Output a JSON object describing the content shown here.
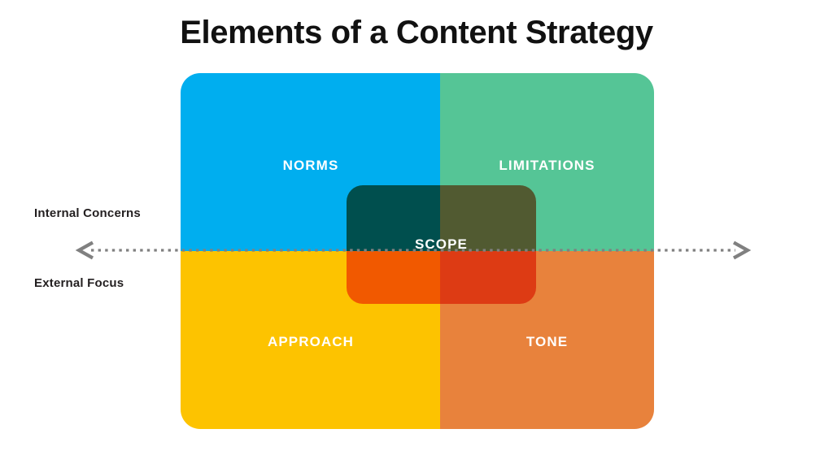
{
  "title": "Elements of a Content Strategy",
  "axis": {
    "upper_label": "Internal Concerns",
    "lower_label": "External Focus",
    "line_style": "dotted",
    "line_color": "#808080",
    "left_arrow": "arrow-left-icon",
    "right_arrow": "arrow-right-icon"
  },
  "quadrants": [
    {
      "id": "norms",
      "label": "NORMS",
      "color": "#00AEEF",
      "position": "top-left"
    },
    {
      "id": "limitations",
      "label": "LIMITATIONS",
      "color": "#55C596",
      "position": "top-right"
    },
    {
      "id": "approach",
      "label": "APPROACH",
      "color": "#FDC300",
      "position": "bottom-left"
    },
    {
      "id": "tone",
      "label": "TONE",
      "color": "#E8823C",
      "position": "bottom-right"
    }
  ],
  "center": {
    "label": "SCOPE",
    "color": "#EF3E11",
    "blend_colors": {
      "over_blue": "#7E5478",
      "over_green": "#AE5A42",
      "over_yellow": "#FB5D05",
      "over_orange": "#F43B20"
    }
  },
  "chart_data": {
    "type": "diagram",
    "title": "Elements of a Content Strategy",
    "categories": [
      "NORMS",
      "LIMITATIONS",
      "APPROACH",
      "TONE",
      "SCOPE"
    ],
    "axis_labels": [
      "Internal Concerns",
      "External Focus"
    ]
  }
}
